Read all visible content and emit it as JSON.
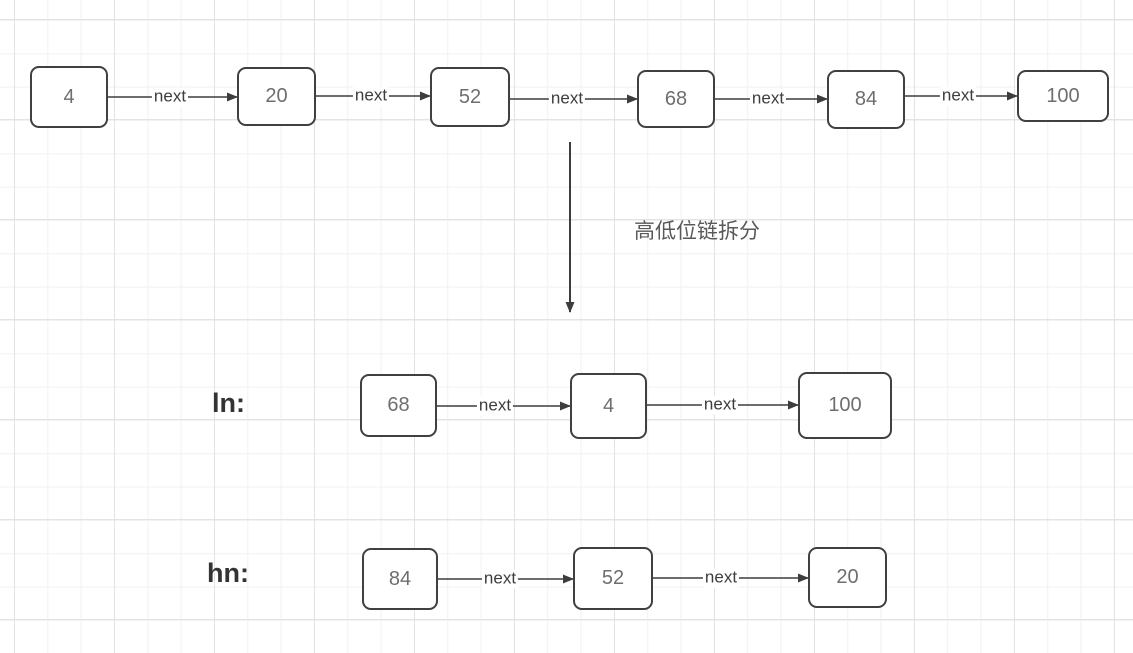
{
  "diagram": {
    "title_annotation": "高低位链拆分",
    "edge_label": "next",
    "colors": {
      "node_border": "#404040",
      "node_text": "#6e6e6e",
      "edge_stroke": "#3d3d3d",
      "edge_label_text": "#3d3d3d",
      "annotation_text": "#595959",
      "row_label_text": "#333333",
      "grid_minor": "#f1f1f1",
      "grid_major": "#e3e3e3",
      "background": "#ffffff"
    },
    "original_chain": {
      "nodes": [
        "4",
        "20",
        "52",
        "68",
        "84",
        "100"
      ]
    },
    "low_chain": {
      "label": "ln:",
      "nodes": [
        "68",
        "4",
        "100"
      ]
    },
    "high_chain": {
      "label": "hn:",
      "nodes": [
        "84",
        "52",
        "20"
      ]
    }
  }
}
